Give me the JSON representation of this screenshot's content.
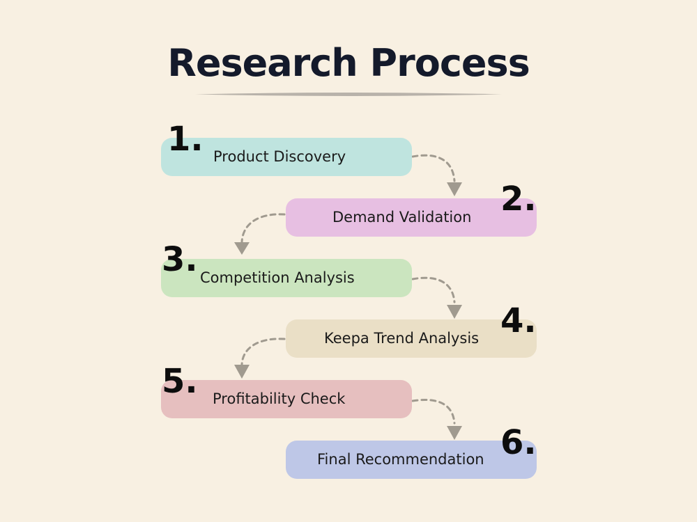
{
  "title": "Research Process",
  "colors": {
    "background": "#f8f0e2",
    "title": "#141a2b",
    "connector": "#a09a8f",
    "rule": "#b8b2aa"
  },
  "steps": [
    {
      "number": "1.",
      "label": "Product Discovery",
      "color": "#bfe4df"
    },
    {
      "number": "2.",
      "label": "Demand Validation",
      "color": "#e7bfe2"
    },
    {
      "number": "3.",
      "label": "Competition Analysis",
      "color": "#cbe5bf"
    },
    {
      "number": "4.",
      "label": "Keepa Trend Analysis",
      "color": "#eadfc6"
    },
    {
      "number": "5.",
      "label": "Profitability Check",
      "color": "#e6bfbf"
    },
    {
      "number": "6.",
      "label": "Final Recommendation",
      "color": "#bec7e7"
    }
  ]
}
